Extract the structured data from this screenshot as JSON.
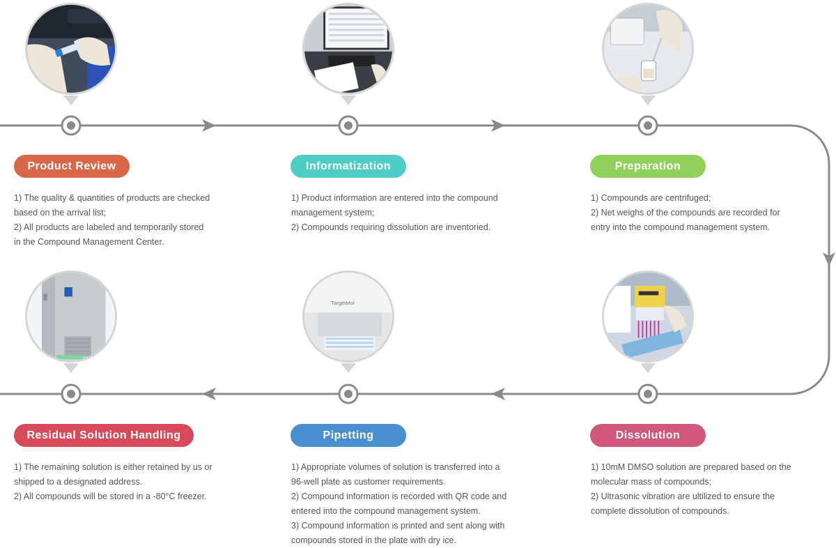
{
  "steps": [
    {
      "title": "Product Review",
      "color": "#d8674a",
      "photo_icon": "gloved-hands-holding-vial-icon",
      "lines": [
        "1)  The quality & quantities of products are checked",
        "based on the arrival list;",
        "2)  All products are labeled and temporarily stored",
        "in the Compound Management Center."
      ]
    },
    {
      "title": "Informatization",
      "color": "#4ecdc4",
      "photo_icon": "computer-keyboard-icon",
      "lines": [
        "1)  Product information are entered into the compound",
        "management system;",
        "2)  Compounds requiring dissolution are inventoried."
      ]
    },
    {
      "title": "Preparation",
      "color": "#8fd15a",
      "photo_icon": "centrifuge-tube-icon",
      "lines": [
        "1)  Compounds are centrifuged;",
        "2)  Net weighs of the compounds are recorded for",
        "entry into the compound management system."
      ]
    },
    {
      "title": "Dissolution",
      "color": "#d0587a",
      "photo_icon": "multichannel-pipette-icon",
      "lines": [
        "1)  10mM DMSO solution are prepared based on the",
        "molecular mass of compounds;",
        "2)  Ultrasonic vibration are ultilized to ensure the",
        "complete dissolution of compounds."
      ]
    },
    {
      "title": "Pipetting",
      "color": "#4a8fd0",
      "photo_icon": "liquid-handler-icon",
      "photo_label": "TargetMol",
      "lines": [
        "1)  Appropriate volumes of solution is transferred into a",
        "96-well plate as customer requirements.",
        "2)  Compound information is recorded with QR code and",
        "entered into the compound management system.",
        "3)  Compound information is printed and sent along with",
        "compounds stored in the plate with dry ice."
      ]
    },
    {
      "title": "Residual Solution Handling",
      "color": "#d64a5a",
      "photo_icon": "freezer-icon",
      "lines": [
        "1)  The remaining solution is either retained by us or",
        "shipped to a designated address.",
        "2)  All compounds will be stored in a -80°C freezer."
      ]
    }
  ],
  "line_color": "#8a8a8a"
}
